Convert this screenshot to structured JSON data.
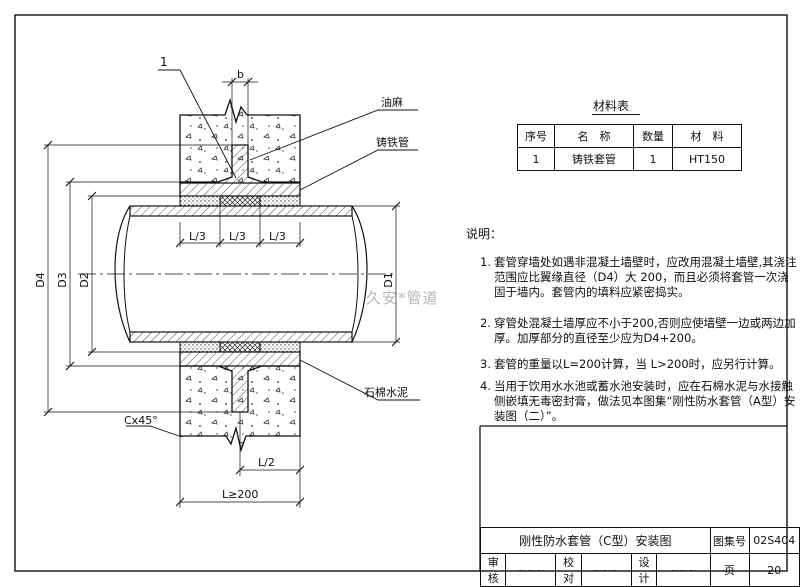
{
  "labels": {
    "part_number": "1",
    "b": "b",
    "oil_hemp": "油麻",
    "cast_iron_pipe": "铸铁管",
    "asbestos_cement": "石棉水泥",
    "L3_a": "L/3",
    "L3_b": "L/3",
    "L3_c": "L/3",
    "D4": "D4",
    "D3": "D3",
    "D2": "D2",
    "D1": "D1",
    "chamfer": "Cx45°",
    "half_L": "L/2",
    "L_min": "L≥200"
  },
  "materials": {
    "title": "材料表",
    "headers": [
      "序号",
      "名　称",
      "数量",
      "材　料"
    ],
    "rows": [
      [
        "1",
        "铸铁套管",
        "1",
        "HT150"
      ]
    ]
  },
  "notes": {
    "heading": "说明：",
    "items": [
      {
        "n": "1.",
        "lines": [
          "套管穿墙处如遇非混凝土墙壁时，应改用混凝土墙壁,其浇注",
          "范围应比翼缘直径（D4）大 200，而且必须将套管一次浇",
          "固于墙内。套管内的填料应紧密捣实。"
        ]
      },
      {
        "n": "2.",
        "lines": [
          "穿管处混凝土墙厚应不小于200,否则应使墙壁一边或两边加",
          "厚。加厚部分的直径至少应为D4+200。"
        ]
      },
      {
        "n": "3.",
        "lines": [
          "套管的重量以L=200计算，当 L>200时，应另行计算。"
        ]
      },
      {
        "n": "4.",
        "lines": [
          "当用于饮用水水池或蓄水池安装时，应在石棉水泥与水接触",
          "侧嵌填无毒密封膏，做法见本图集“刚性防水套管（A型）安",
          "装图（二）”。"
        ]
      }
    ]
  },
  "watermark": "久安*管道",
  "titleblock": {
    "title": "刚性防水套管（C型）安装图",
    "atlas_label": "图集号",
    "atlas_no": "02S404",
    "review": "审核",
    "check": "校对",
    "design": "设计",
    "page_label": "页",
    "page_no": "20"
  }
}
